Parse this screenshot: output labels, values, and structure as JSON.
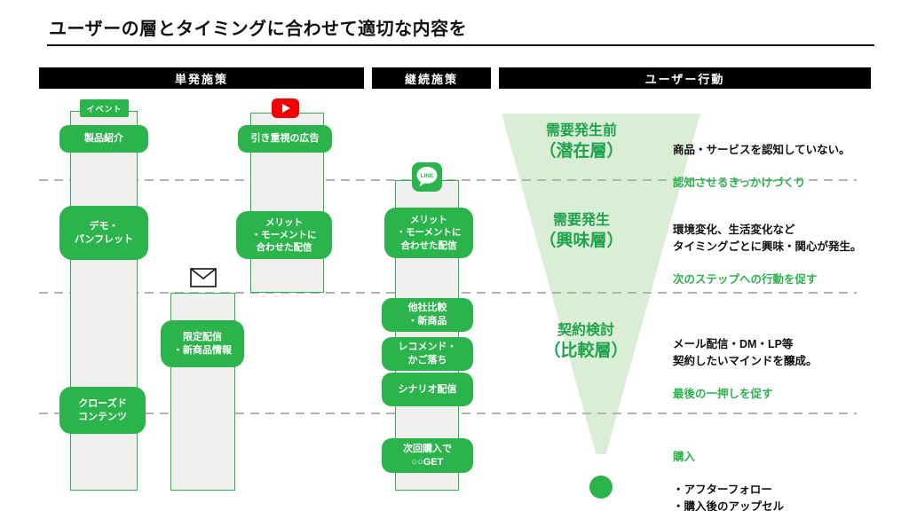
{
  "title": "ユーザーの層とタイミングに合わせて適切な内容を",
  "colors": {
    "green": "#2cb44c",
    "funnel_fill": "#daeed5",
    "youtube_red": "#f70000",
    "dash_gray": "#b3b3b3",
    "header_bg": "#000000"
  },
  "section_headers": [
    {
      "label": "単発施策"
    },
    {
      "label": "継続施策"
    },
    {
      "label": "ユーザー行動"
    }
  ],
  "tracks": {
    "event_tag": "イベント",
    "line_icon_label": "LINE",
    "boxes": {
      "product_intro": "製品紹介",
      "demo_pamphlet": "デモ・\nパンフレット",
      "closed_content": "クローズド\nコンテンツ",
      "limited_delivery": "限定配信\n・新商品情報",
      "pull_ads": "引き重視の広告",
      "merit_moment_yt": "メリット\n・モーメントに\n合わせた配信",
      "merit_moment_line": "メリット\n・モーメントに\n合わせた配信",
      "competitor_compare": "他社比較\n・新商品",
      "recommend_cart": "レコメンド・\nかご落ち",
      "scenario_delivery": "シナリオ配信",
      "next_purchase": "次回購入で\n○○GET"
    }
  },
  "funnel": {
    "stages": [
      {
        "stage": "需要発生前",
        "layer": "（潜在層）",
        "note": "商品・サービスを認知していない。",
        "action": "認知させるきっかけづくり"
      },
      {
        "stage": "需要発生",
        "layer": "（興味層）",
        "note": "環境変化、生活変化など\nタイミングごとに興味・関心が発生。",
        "action": "次のステップへの行動を促す"
      },
      {
        "stage": "契約検討",
        "layer": "（比較層）",
        "note": "メール配信・DM・LP等\n契約したいマインドを醸成。",
        "action": "最後の一押しを促す"
      }
    ],
    "purchase": {
      "title": "購入",
      "note": "・アフターフォロー\n・購入後のアップセル"
    }
  }
}
